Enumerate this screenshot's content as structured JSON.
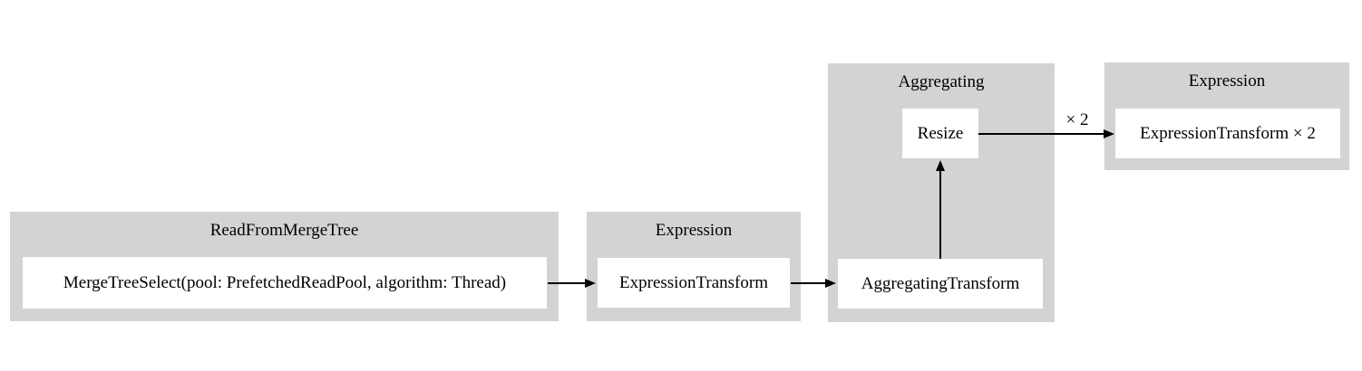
{
  "diagram": {
    "type": "pipeline-graph",
    "colors": {
      "background": "#ffffff",
      "cluster_fill": "#d3d3d3",
      "node_fill": "#ffffff",
      "edge_color": "#000000",
      "text_color": "#000000"
    },
    "clusters": [
      {
        "label": "ReadFromMergeTree",
        "nodes": [
          {
            "label": "MergeTreeSelect(pool: PrefetchedReadPool, algorithm: Thread)"
          }
        ]
      },
      {
        "label": "Expression",
        "nodes": [
          {
            "label": "ExpressionTransform"
          }
        ]
      },
      {
        "label": "Aggregating",
        "nodes": [
          {
            "label": "Resize"
          },
          {
            "label": "AggregatingTransform"
          }
        ]
      },
      {
        "label": "Expression",
        "nodes": [
          {
            "label": "ExpressionTransform × 2"
          }
        ]
      }
    ],
    "edges": [
      {
        "from": "MergeTreeSelect(pool: PrefetchedReadPool, algorithm: Thread)",
        "to": "ExpressionTransform",
        "label": ""
      },
      {
        "from": "ExpressionTransform",
        "to": "AggregatingTransform",
        "label": ""
      },
      {
        "from": "AggregatingTransform",
        "to": "Resize",
        "label": ""
      },
      {
        "from": "Resize",
        "to": "ExpressionTransform × 2",
        "label": "× 2"
      }
    ]
  }
}
